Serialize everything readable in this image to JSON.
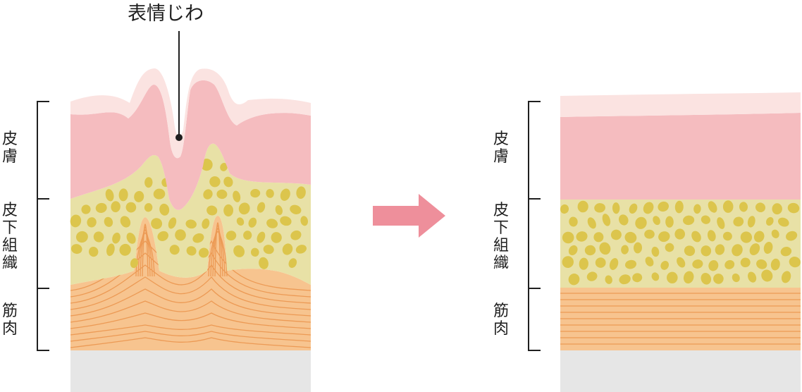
{
  "callout": {
    "label": "表情じわ"
  },
  "layers": {
    "skin": {
      "label": "皮膚"
    },
    "subcutaneous": {
      "label": "皮下組織"
    },
    "muscle": {
      "label": "筋肉"
    }
  },
  "colors": {
    "epidermis": "#fbe3e1",
    "dermis": "#f5bcbf",
    "fat_bg": "#e8e1a6",
    "fat_dot": "#dcc54c",
    "muscle": "#f7c48f",
    "muscle_line": "#ec9a55",
    "bone": "#e6e6e6",
    "arrow": "#ee8f9b",
    "ink": "#1f1f1f"
  },
  "icons": {
    "transition": "right-arrow-icon"
  }
}
